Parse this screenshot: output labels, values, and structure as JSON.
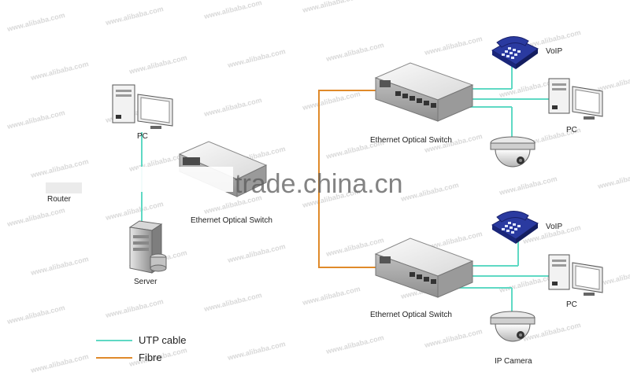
{
  "labels": {
    "pc_left": "PC",
    "router": "Router",
    "switch_left": "Ethernet Optical Switch",
    "server": "Server",
    "switch_top": "Ethernet Optical Switch",
    "switch_bottom": "Ethernet Optical Switch",
    "voip_top": "VoIP",
    "voip_bottom": "VoIP",
    "pc_top": "PC",
    "pc_bottom": "PC",
    "ip_camera": "IP Camera"
  },
  "legend": {
    "items": [
      {
        "label": "UTP cable",
        "color": "#5fd9c4"
      },
      {
        "label": "Fibre",
        "color": "#e08a2a"
      }
    ]
  },
  "watermark": {
    "repeat_text": "www.alibaba.com",
    "main_text": "trade.china.cn"
  },
  "colors": {
    "utp": "#5fd9c4",
    "fibre": "#e08a2a",
    "phone": "#2a3aa0"
  }
}
